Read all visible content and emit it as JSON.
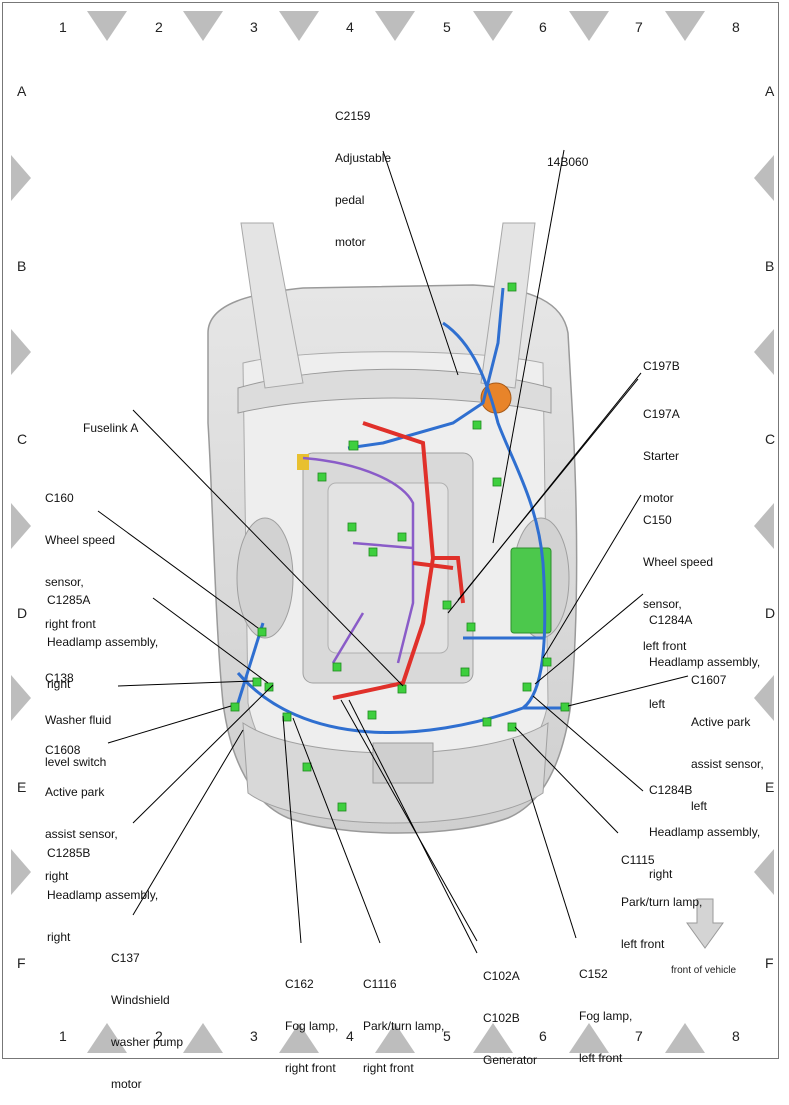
{
  "grid": {
    "columns": [
      "1",
      "2",
      "3",
      "4",
      "5",
      "6",
      "7",
      "8"
    ],
    "rows": [
      "A",
      "B",
      "C",
      "D",
      "E",
      "F"
    ]
  },
  "callouts": [
    {
      "id": "c2159",
      "code": "C2159",
      "desc": [
        "Adjustable",
        "pedal",
        "motor"
      ]
    },
    {
      "id": "14b060",
      "code": "14B060",
      "desc": []
    },
    {
      "id": "c197",
      "code": "C197B",
      "desc": [
        "C197A",
        "Starter",
        "motor"
      ]
    },
    {
      "id": "fuselink",
      "code": "Fuselink A",
      "desc": []
    },
    {
      "id": "c160",
      "code": "C160",
      "desc": [
        "Wheel speed",
        "sensor,",
        "right front"
      ]
    },
    {
      "id": "c150",
      "code": "C150",
      "desc": [
        "Wheel speed",
        "sensor,",
        "left front"
      ]
    },
    {
      "id": "c1285a",
      "code": "C1285A",
      "desc": [
        "Headlamp assembly,",
        "right"
      ]
    },
    {
      "id": "c1284a",
      "code": "C1284A",
      "desc": [
        "Headlamp assembly,",
        "left"
      ]
    },
    {
      "id": "c138",
      "code": "C138",
      "desc": [
        "Washer fluid",
        "level switch"
      ]
    },
    {
      "id": "c1607",
      "code": "C1607",
      "desc": [
        "Active park",
        "assist sensor,",
        "left"
      ]
    },
    {
      "id": "c1608",
      "code": "C1608",
      "desc": [
        "Active park",
        "assist sensor,",
        "right"
      ]
    },
    {
      "id": "c1284b",
      "code": "C1284B",
      "desc": [
        "Headlamp assembly,",
        "right"
      ]
    },
    {
      "id": "c1285b",
      "code": "C1285B",
      "desc": [
        "Headlamp assembly,",
        "right"
      ]
    },
    {
      "id": "c1115",
      "code": "C1115",
      "desc": [
        "Park/turn lamp,",
        "left front"
      ]
    },
    {
      "id": "c137",
      "code": "C137",
      "desc": [
        "Windshield",
        "washer pump",
        "motor"
      ]
    },
    {
      "id": "c162",
      "code": "C162",
      "desc": [
        "Fog lamp,",
        "right front"
      ]
    },
    {
      "id": "c1116",
      "code": "C1116",
      "desc": [
        "Park/turn lamp,",
        "right front"
      ]
    },
    {
      "id": "c102",
      "code": "C102A",
      "desc": [
        "C102B",
        "Generator"
      ]
    },
    {
      "id": "c152",
      "code": "C152",
      "desc": [
        "Fog lamp,",
        "left front"
      ]
    }
  ],
  "direction_label": "front of vehicle",
  "colors": {
    "harness_blue": "#2f6fd0",
    "harness_red": "#e0302a",
    "harness_purple": "#8a5cc8",
    "connector_green": "#3ecf3e",
    "fuse_box_green": "#4cc84c",
    "relay_orange": "#e8842a",
    "body_gray": "#d7d7d7",
    "marker_gray": "#bdbdbd"
  }
}
